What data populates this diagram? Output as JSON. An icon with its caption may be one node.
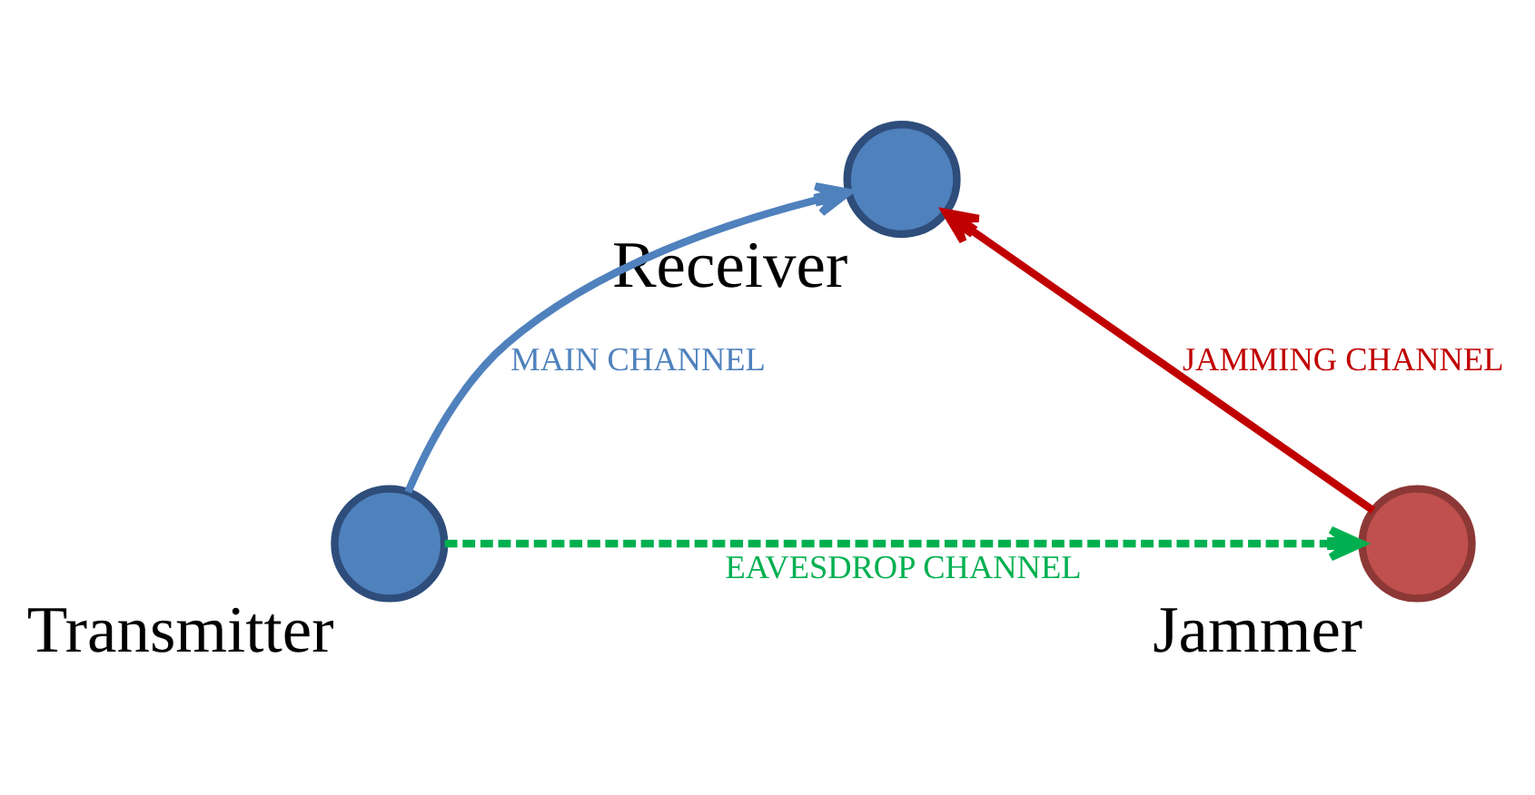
{
  "diagram": {
    "nodes": [
      {
        "text": [
          "Receiver"
        ]
      },
      {
        "text": [
          "Transmitter"
        ]
      },
      {
        "text": [
          "Jammer"
        ]
      }
    ],
    "edges": [
      {
        "from": 1,
        "to": 0,
        "arrow": "to",
        "label": "MAIN CHANNEL",
        "color": "#4f81bd"
      },
      {
        "from": 2,
        "to": 0,
        "arrow": "to",
        "label": "JAMMING CHANNEL",
        "color": "#c00000"
      },
      {
        "from": 1,
        "to": 2,
        "arrow": "to",
        "label": "EAVESDROP CHANNEL",
        "style": "dashed",
        "color": "#00b050"
      }
    ]
  }
}
